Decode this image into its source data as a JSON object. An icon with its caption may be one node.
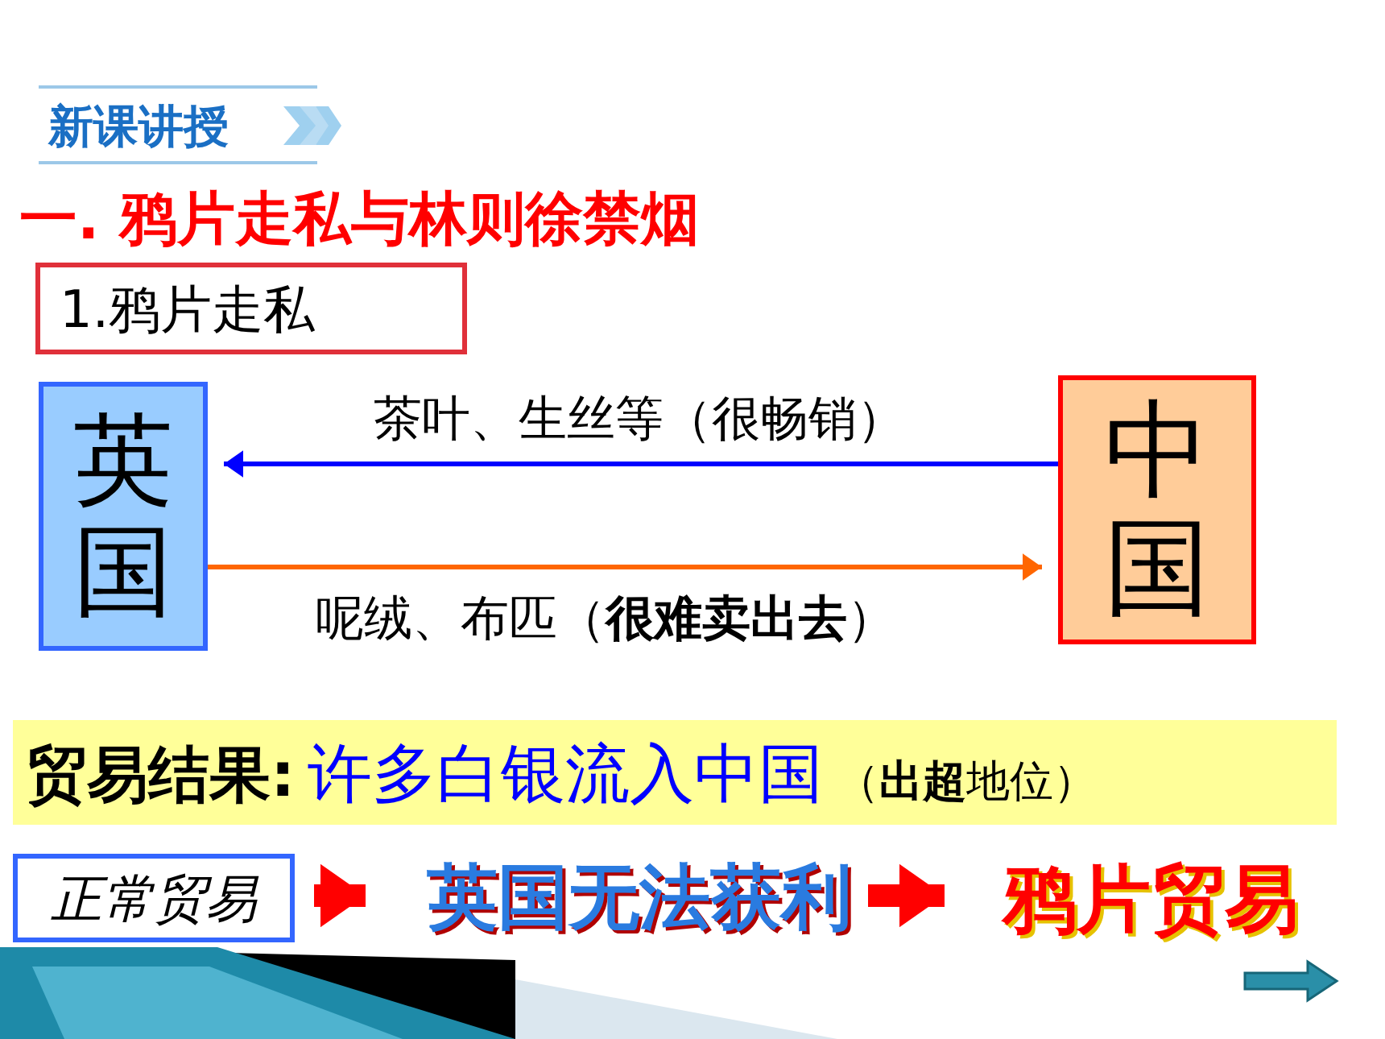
{
  "diagram": {
    "title": "一. 鸦片走私与林则徐禁烟",
    "nodes": [
      {
        "text": [
          "1.鸦片走私"
        ]
      },
      {
        "text": [
          "英国"
        ]
      },
      {
        "text": [
          "中国"
        ]
      },
      {
        "text": [
          "贸易结果:",
          "许多白银流入中国",
          "（**出超**地位）"
        ]
      },
      {
        "text": [
          "正常贸易"
        ]
      },
      {
        "text": [
          "英国无法获利"
        ]
      },
      {
        "text": [
          "鸦片贸易"
        ]
      }
    ],
    "edges": [
      {
        "from": 2,
        "to": 1,
        "arrow": "to",
        "label": "茶叶、生丝等（很畅销）",
        "color": "#0000ff"
      },
      {
        "from": 1,
        "to": 2,
        "arrow": "to",
        "label": "呢绒、布匹（**很难卖出去**）",
        "color": "#ff6600"
      },
      {
        "from": 4,
        "to": 5,
        "arrow": "to",
        "style": "thick",
        "color": "#ff0000"
      },
      {
        "from": 5,
        "to": 6,
        "arrow": "to",
        "style": "thick",
        "color": "#ff0000"
      }
    ],
    "labels": [
      "新课讲授"
    ]
  }
}
